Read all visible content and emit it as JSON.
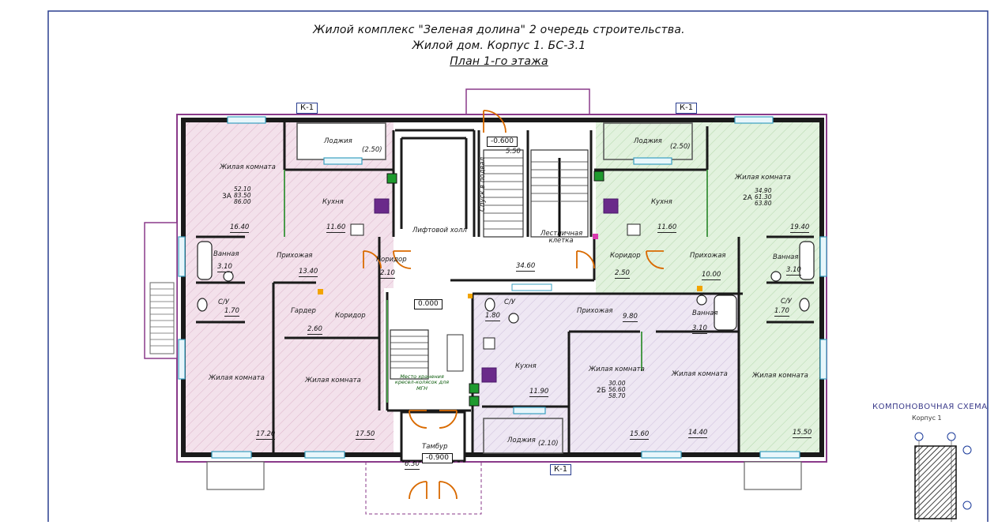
{
  "title": {
    "line1": "Жилой комплекс \"Зеленая долина\" 2 очередь строительства.",
    "line2": "Жилой дом. Корпус 1. БС-3.1",
    "line3": "План 1-го этажа"
  },
  "section_tags": [
    "К-1",
    "К-1",
    "К-1"
  ],
  "levels": {
    "entry": "-0.600",
    "floor": "0.000",
    "vestibule": "-0.900"
  },
  "rooms": {
    "loggia_left": {
      "label": "Лоджия",
      "area": "(2.50)"
    },
    "loggia_right": {
      "label": "Лоджия",
      "area": "(2.50)"
    },
    "loggia_bottom": {
      "label": "Лоджия",
      "area": "(2.10)"
    },
    "living_3a_top": {
      "label": "Жилая комната",
      "area": "16.40"
    },
    "kitchen_3a": {
      "label": "Кухня",
      "area": "11.60"
    },
    "bath_3a": {
      "label": "Ванная",
      "area": "3.10"
    },
    "hall_3a": {
      "label": "Прихожая",
      "area": "13.40"
    },
    "wc_3a": {
      "label": "С/У",
      "area": "1.70"
    },
    "wardrobe_3a": {
      "label": "Гардер",
      "area": "2.60"
    },
    "corridor_3a": {
      "label": "Коридор"
    },
    "living_3a_bl": {
      "label": "Жилая комната",
      "area": "17.20"
    },
    "living_3a_bm": {
      "label": "Жилая комната",
      "area": "17.50"
    },
    "corridor_left_small": {
      "label": "Коридор",
      "area": "2.10"
    },
    "lift_hall": {
      "label": "Лифтовой холл"
    },
    "basement": {
      "label": "Спуск в подвал",
      "area": "5.50"
    },
    "stair": {
      "label": "Лестничная клетка",
      "area": "34.60"
    },
    "corridor_right_small": {
      "label": "Коридор",
      "area": "2.50"
    },
    "kitchen_2a": {
      "label": "Кухня",
      "area": "11.60"
    },
    "hall_2a": {
      "label": "Прихожая",
      "area": "10.00"
    },
    "living_2a": {
      "label": "Жилая комната",
      "area": "19.40"
    },
    "bath_2a": {
      "label": "Ванная",
      "area": "3.10"
    },
    "wc_2a": {
      "label": "С/У",
      "area": "1.70"
    },
    "living_2a_b": {
      "label": "Жилая комната",
      "area": "15.50"
    },
    "wc_2b": {
      "label": "С/У",
      "area": "1.80"
    },
    "hall_2b": {
      "label": "Прихожая",
      "area": "9.80"
    },
    "kitchen_2b": {
      "label": "Кухня",
      "area": "11.90"
    },
    "living_2b_1": {
      "label": "Жилая комната",
      "area": "15.60"
    },
    "living_2b_2": {
      "label": "Жилая комната",
      "area": "14.40"
    },
    "bath_2b": {
      "label": "Ванная",
      "area": "3.10"
    },
    "vestibule": {
      "label": "Тамбур",
      "area": "6.30"
    }
  },
  "apartments": {
    "a3a": {
      "type": "3А",
      "areas": [
        "52.10",
        "83.50",
        "86.00"
      ]
    },
    "a2a": {
      "type": "2А",
      "areas": [
        "34.90",
        "61.30",
        "63.80"
      ]
    },
    "a2b": {
      "type": "2Б",
      "areas": [
        "30.00",
        "56.60",
        "58.70"
      ]
    }
  },
  "mgn_note": "Место хранения кресел-колясок для МГН",
  "schema": {
    "title": "КОМПОНОВОЧНАЯ СХЕМА",
    "subtitle": "Корпус 1"
  },
  "colors": {
    "apartment_3a": "#f1dde9",
    "apartment_2a": "#e0f1dc",
    "apartment_2b": "#ece6f2",
    "wall": "#1a1a1a",
    "outline": "#8a3a8a",
    "door": "#d96a00",
    "window": "#3aa0c0",
    "tag_border": "#2a3e8f"
  },
  "icons": [
    "door-swing-icon",
    "bathtub-icon",
    "toilet-icon",
    "stove-icon",
    "shaft-icon",
    "sink-icon"
  ]
}
